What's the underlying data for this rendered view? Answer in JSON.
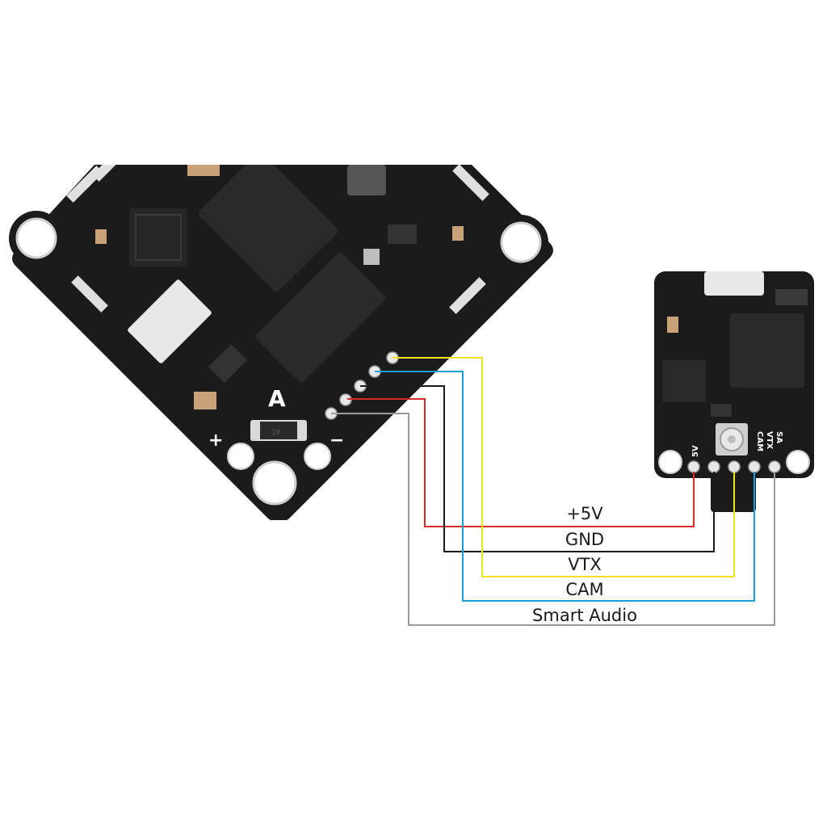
{
  "flight_controller": {
    "silk_label": "A",
    "pad_plus": "+",
    "pad_minus": "−",
    "cap_marking": "10"
  },
  "vtx": {
    "silk_label_5v": "5V",
    "silk_label_cam": "CAM",
    "silk_label_vtx": "VTX",
    "silk_label_sa": "SA"
  },
  "wires": [
    {
      "label": "+5V",
      "color": "#d62b2b"
    },
    {
      "label": "GND",
      "color": "#1a1a1a"
    },
    {
      "label": "VTX",
      "color": "#f2e21c"
    },
    {
      "label": "CAM",
      "color": "#1c9ed8"
    },
    {
      "label": "Smart Audio",
      "color": "#9a9a9a"
    }
  ],
  "colors": {
    "pcb": "#1b1b1b",
    "pad": "#d9d9d9",
    "chip": "#2a2a2a"
  }
}
